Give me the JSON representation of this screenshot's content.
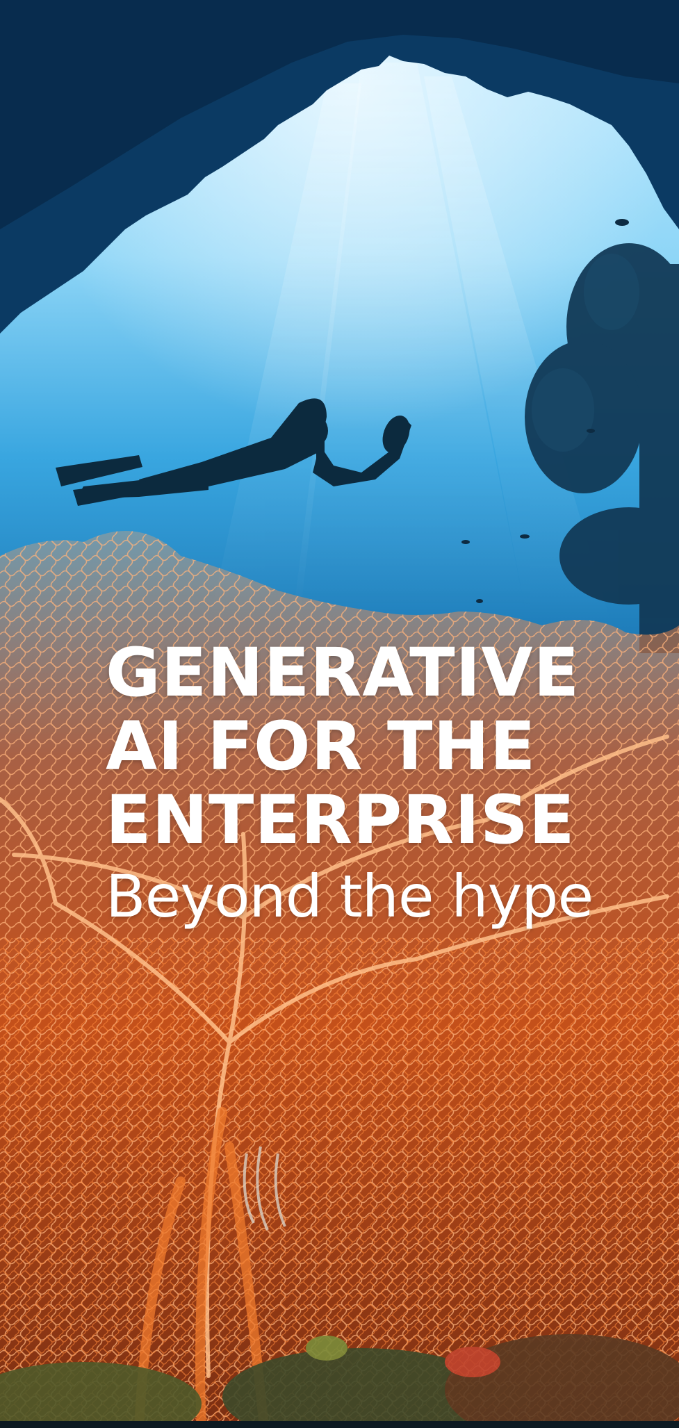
{
  "headline": {
    "lines": [
      "GENERATIVE",
      "AI FOR THE",
      "ENTERPRISE"
    ],
    "subtitle": "Beyond the hype"
  },
  "palette": {
    "deep_water": "#0b2f52",
    "light_water": "#8fd6f7",
    "coral": "#e8641e",
    "text": "#ffffff"
  },
  "icons": [
    "diver-silhouette",
    "sea-fan-coral",
    "cave-rock"
  ]
}
